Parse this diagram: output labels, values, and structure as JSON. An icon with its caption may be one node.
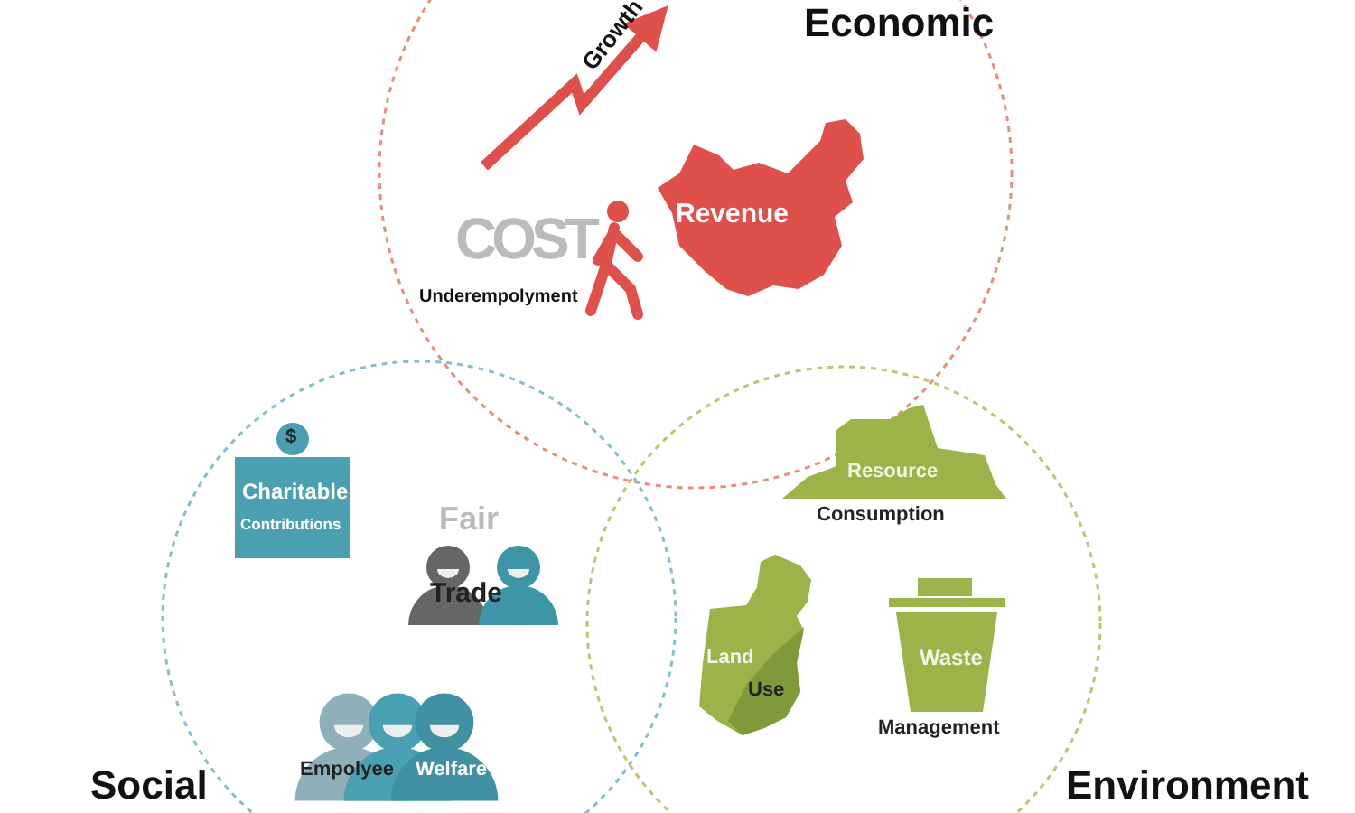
{
  "diagram": {
    "nodes": [
      {
        "text": [
          "Economic"
        ]
      },
      {
        "text": [
          "Social"
        ]
      },
      {
        "text": [
          "Environment"
        ]
      },
      {
        "text": [
          "Revenue"
        ],
        "in": 0
      },
      {
        "text": [
          "Charitable",
          "Contributions"
        ],
        "in": 1,
        "beside": [
          "$"
        ]
      },
      {
        "text": [
          "Fair",
          "Trade"
        ],
        "in": 1
      },
      {
        "text": [
          "Empolyee",
          "Welfare"
        ],
        "in": 1
      },
      {
        "text": [
          "Resource"
        ],
        "in": 2,
        "beside": [
          "Consumption"
        ]
      },
      {
        "text": [
          "Land",
          "Use"
        ],
        "in": 2
      },
      {
        "text": [
          "Waste"
        ],
        "in": 2,
        "beside": [
          "Management"
        ]
      }
    ],
    "edges": [],
    "labels": [
      "Growth",
      "COST",
      "Underempolyment"
    ]
  }
}
